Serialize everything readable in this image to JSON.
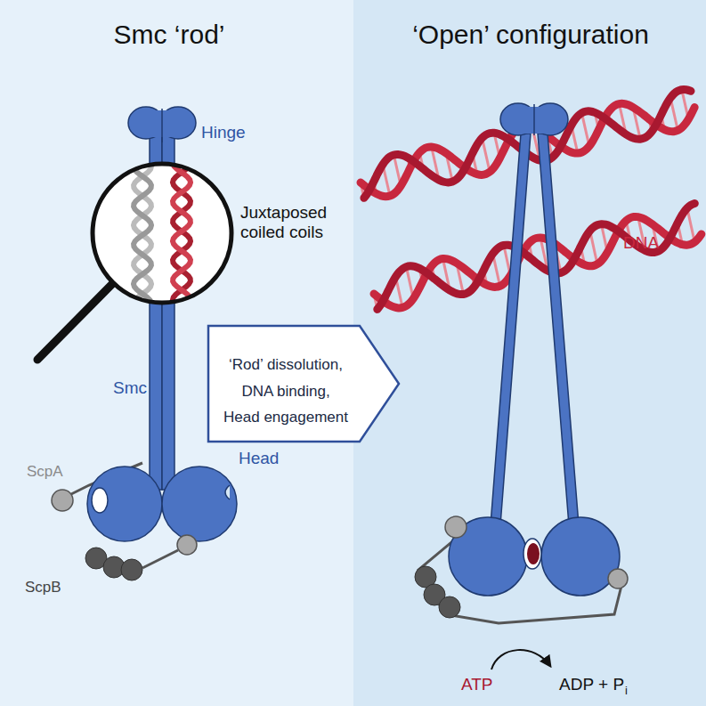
{
  "diagram": {
    "nodes": [
      {
        "text": [
          "‘Rod’ dissolution,",
          "DNA binding,",
          "Head engagement"
        ]
      }
    ],
    "labels": [
      "Smc ‘rod’",
      "‘Open’ configuration",
      "Hinge",
      "Juxtaposed coiled coils",
      "Smc",
      "ScpA",
      "Head",
      "ScpB",
      "DNA",
      "ATP",
      "ADP + P",
      "i"
    ]
  }
}
